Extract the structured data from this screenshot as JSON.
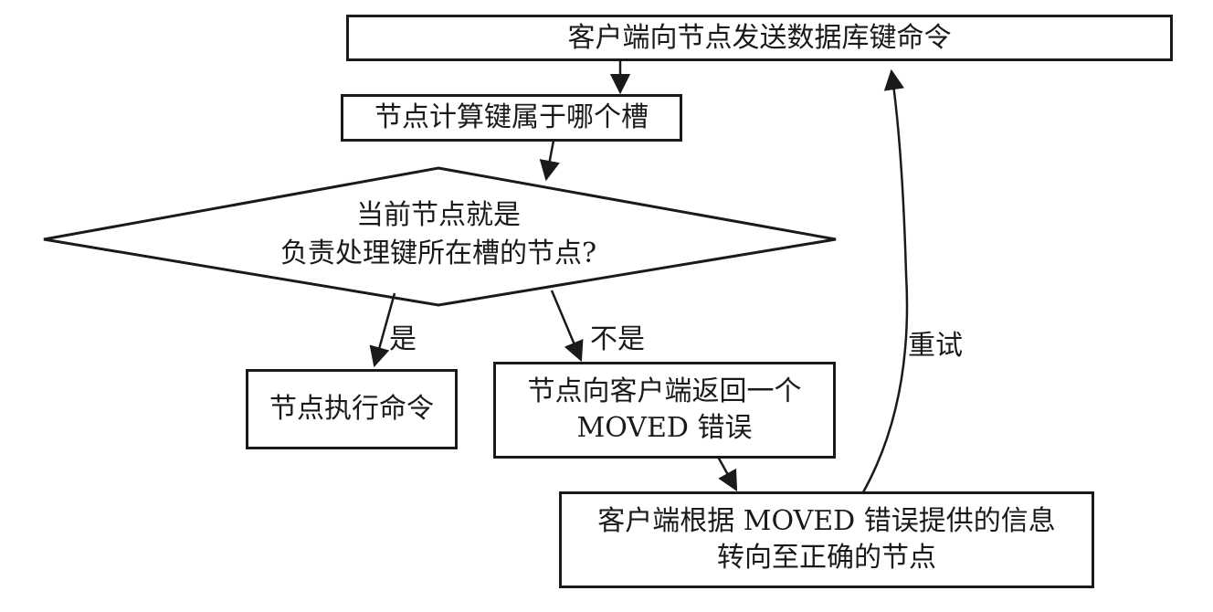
{
  "nodes": {
    "send_command": "客户端向节点发送数据库键命令",
    "compute_slot": "节点计算键属于哪个槽",
    "decision_line1": "当前节点就是",
    "decision_line2": "负责处理键所在槽的节点?",
    "execute": "节点执行命令",
    "moved_line1": "节点向客户端返回一个",
    "moved_line2": "MOVED 错误",
    "redirect_line1": "客户端根据 MOVED 错误提供的信息",
    "redirect_line2": "转向至正确的节点"
  },
  "edges": {
    "yes": "是",
    "no": "不是",
    "retry": "重试"
  }
}
